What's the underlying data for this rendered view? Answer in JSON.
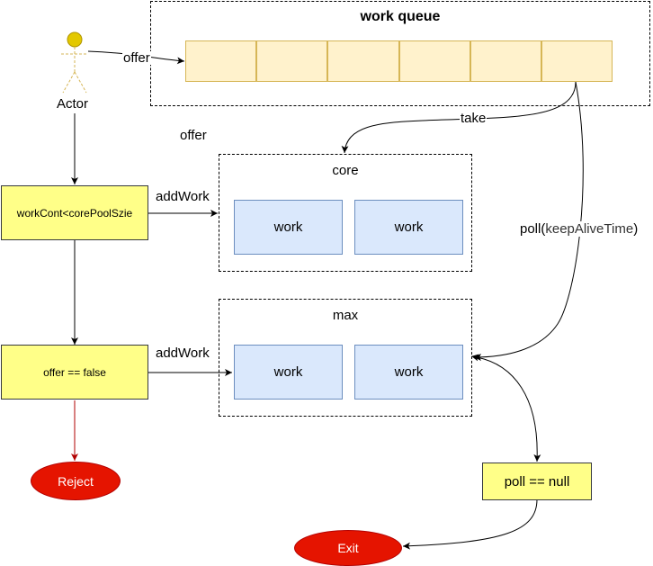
{
  "queue": {
    "title": "work queue",
    "cells": [
      "",
      "",
      "",
      "",
      "",
      ""
    ]
  },
  "actor": {
    "label": "Actor"
  },
  "core": {
    "title": "core",
    "workers": [
      "work",
      "work"
    ]
  },
  "max": {
    "title": "max",
    "workers": [
      "work",
      "work"
    ]
  },
  "decisions": {
    "first": "workCont<corePoolSzie",
    "second": "offer == false",
    "poll_null": "poll == null"
  },
  "terminals": {
    "reject": "Reject",
    "exit": "Exit"
  },
  "edge_labels": {
    "offer_actor": "offer",
    "offer_float": "offer",
    "take": "take",
    "add_work_core": "addWork",
    "add_work_max": "addWork",
    "poll_prefix": "poll(",
    "poll_arg": "keepAliveTime",
    "poll_suffix": ")"
  },
  "colors": {
    "queue_cell": "#fff2cc",
    "work_box": "#dae8fc",
    "decision_box": "#ffff88",
    "terminal": "#e51400",
    "reject_arrow": "#b20000",
    "actor": "#e3c800"
  }
}
